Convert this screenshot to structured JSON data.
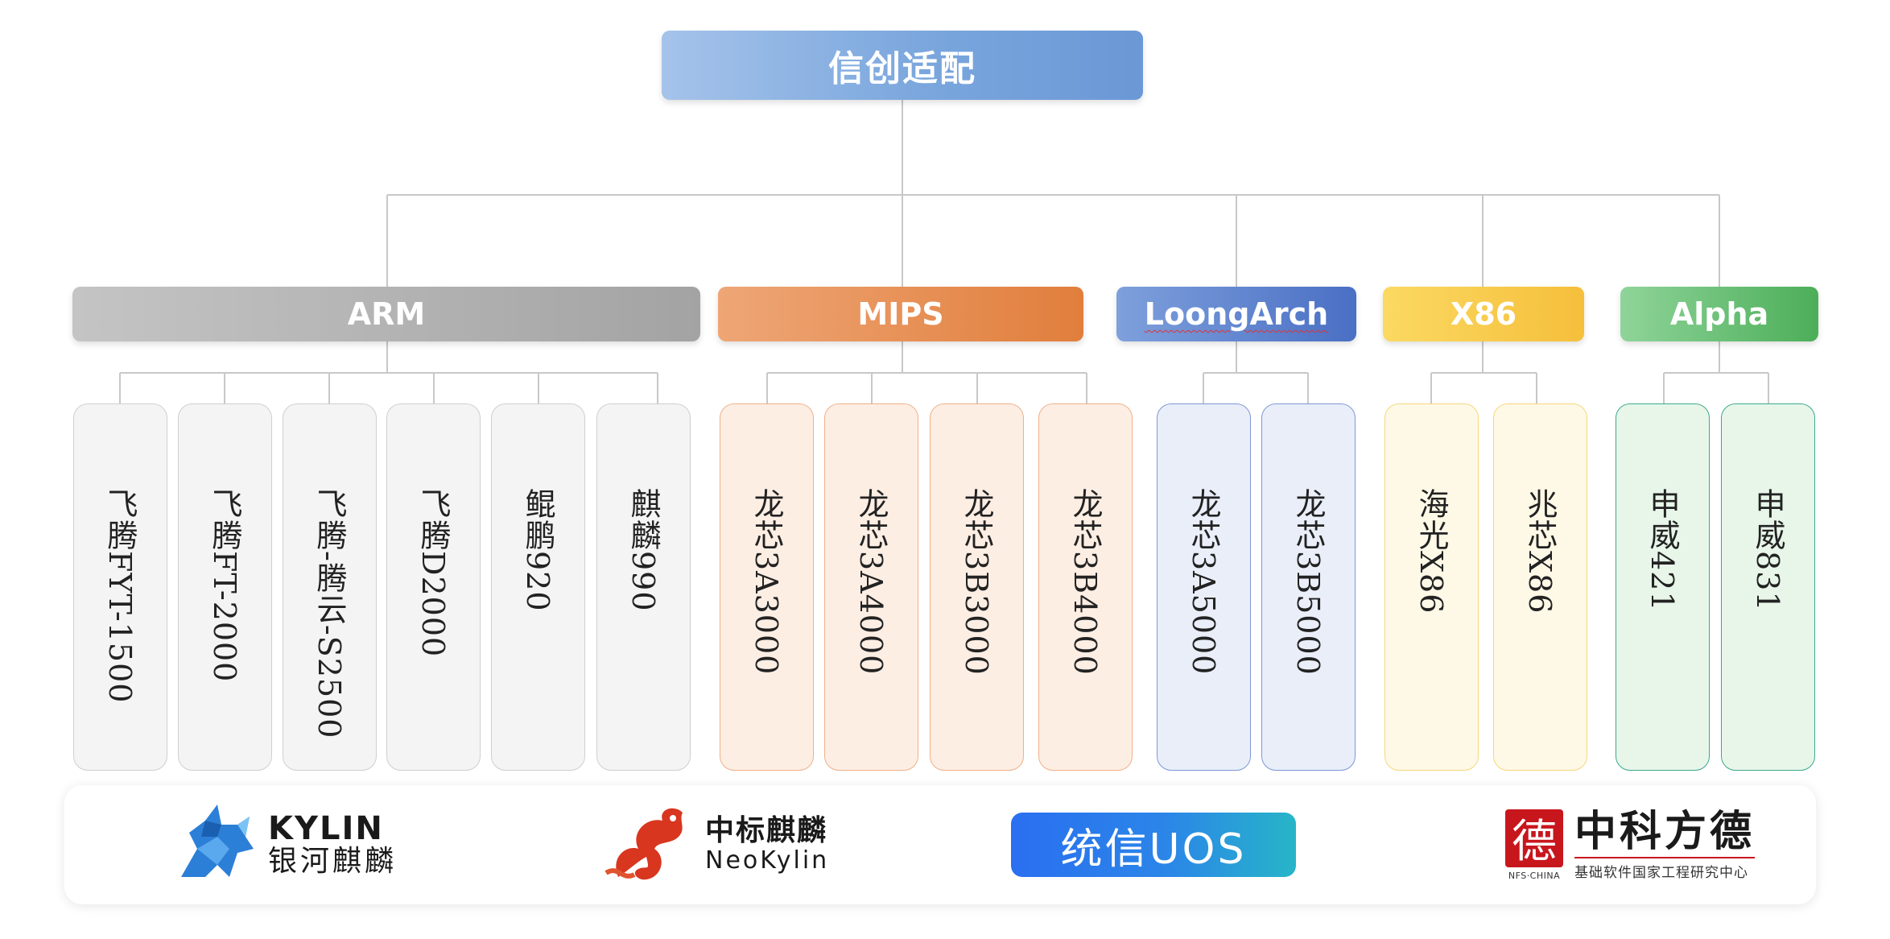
{
  "root": {
    "label": "信创适配"
  },
  "architectures": [
    {
      "key": "arm",
      "label": "ARM",
      "color": "#a3a3a3",
      "chips": [
        "飞腾FYT-1500",
        "飞腾FT-2000",
        "飞腾-腾云-S2500",
        "飞腾D2000",
        "鲲鹏920",
        "麒麟990"
      ]
    },
    {
      "key": "mips",
      "label": "MIPS",
      "color": "#e17e3c",
      "chips": [
        "龙芯3A3000",
        "龙芯3A4000",
        "龙芯3B3000",
        "龙芯3B4000"
      ]
    },
    {
      "key": "loong",
      "label": "LoongArch",
      "color": "#4a6fc4",
      "chips": [
        "龙芯3A5000",
        "龙芯3B5000"
      ]
    },
    {
      "key": "x86",
      "label": "X86",
      "color": "#f5bf3b",
      "chips": [
        "海光X86",
        "兆芯X86"
      ]
    },
    {
      "key": "alpha",
      "label": "Alpha",
      "color": "#4cae58",
      "chips": [
        "申威421",
        "申威831"
      ]
    }
  ],
  "logos": {
    "kylin": {
      "en": "KYLIN",
      "cn": "银河麒麟"
    },
    "neokylin": {
      "cn": "中标麒麟",
      "en": "NeoKylin"
    },
    "uos": {
      "text": "统信UOS"
    },
    "fangde": {
      "mark": "德",
      "nfs": "NFS·CHINA",
      "cn": "中科方德",
      "sub": "基础软件国家工程研究中心"
    }
  }
}
